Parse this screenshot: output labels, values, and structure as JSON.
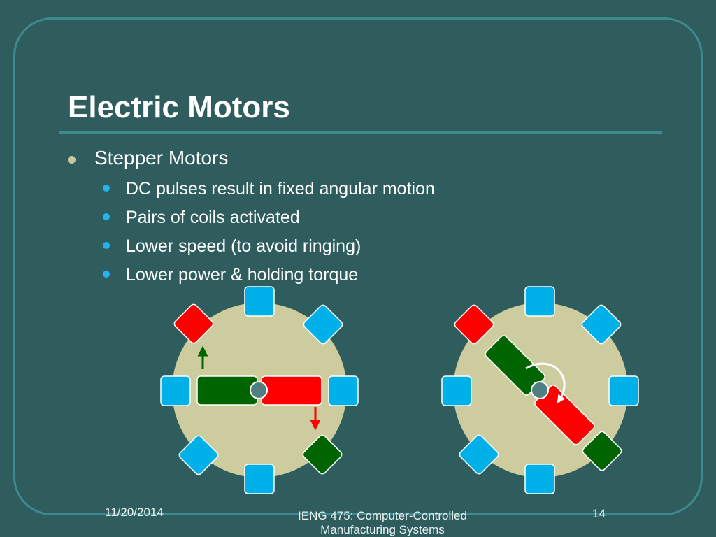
{
  "slide": {
    "title": "Electric Motors",
    "bullet": "Stepper Motors",
    "subbullets": [
      "DC pulses result in fixed angular motion",
      "Pairs of coils activated",
      "Lower speed (to avoid ringing)",
      "Lower power & holding torque"
    ]
  },
  "footer": {
    "date": "11/20/2014",
    "course_line1": "IENG 475: Computer-Controlled",
    "course_line2": "Manufacturing Systems",
    "page_number": "14"
  },
  "colors": {
    "background": "#2f5d5e",
    "accent": "#3f8a8e",
    "stator": "#cccc9e",
    "coil_idle": "#00b0e8",
    "coil_red": "#ff0000",
    "coil_green": "#006400"
  }
}
